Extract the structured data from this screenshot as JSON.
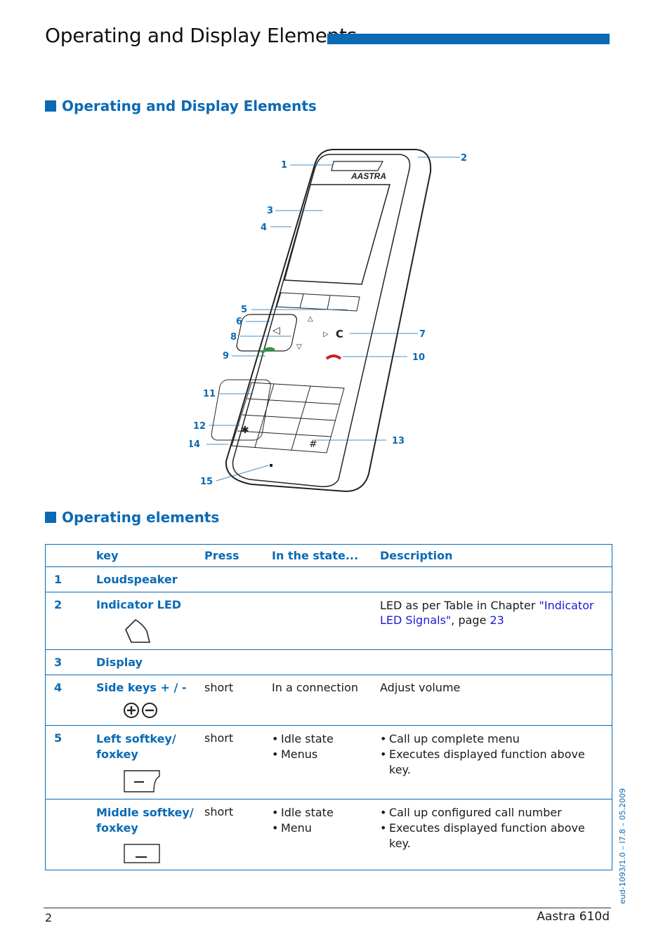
{
  "header": {
    "title": "Operating and Display Elements"
  },
  "sections": {
    "figure_heading": "Operating and Display Elements",
    "table_heading": "Operating elements"
  },
  "figure": {
    "callouts": [
      "1",
      "2",
      "3",
      "4",
      "5",
      "6",
      "7",
      "8",
      "9",
      "10",
      "11",
      "12",
      "13",
      "14",
      "15"
    ],
    "brand_text": "AASTRA",
    "clear_key": "C"
  },
  "table": {
    "headers": {
      "key": "key",
      "press": "Press",
      "state": "In the state...",
      "description": "Description"
    },
    "rows": [
      {
        "num": "1",
        "key": "Loudspeaker",
        "press": "",
        "state": [],
        "description": []
      },
      {
        "num": "2",
        "key": "Indicator LED",
        "press": "",
        "state": [],
        "desc_prefix": "LED as per Table in Chapter ",
        "desc_link": "\"Indicator LED Signals\"",
        "desc_mid": ", page ",
        "desc_page": "23",
        "icon": "indicator-led-icon"
      },
      {
        "num": "3",
        "key": "Display",
        "press": "",
        "state": [],
        "description": []
      },
      {
        "num": "4",
        "key": "Side keys + / -",
        "press": "short",
        "state": [
          "In a connection"
        ],
        "description": [
          "Adjust volume"
        ],
        "icon": "plus-minus-icon"
      },
      {
        "num": "5",
        "key": "Left softkey/ foxkey",
        "press": "short",
        "state": [
          "Idle state",
          "Menus"
        ],
        "description": [
          "Call up complete menu",
          "Executes displayed function above key."
        ],
        "icon": "left-softkey-icon"
      },
      {
        "num": "",
        "key": "Middle softkey/ foxkey",
        "press": "short",
        "state": [
          "Idle state",
          "Menu"
        ],
        "description": [
          "Call up configured call number",
          "Executes displayed function above key."
        ],
        "icon": "middle-softkey-icon"
      }
    ]
  },
  "side_text": "eud-1093/1.0 – I7.8 – 05.2009",
  "footer": {
    "page": "2",
    "model": "Aastra 610d"
  },
  "colors": {
    "accent": "#0a6ab4",
    "link": "#1b1bd6"
  }
}
